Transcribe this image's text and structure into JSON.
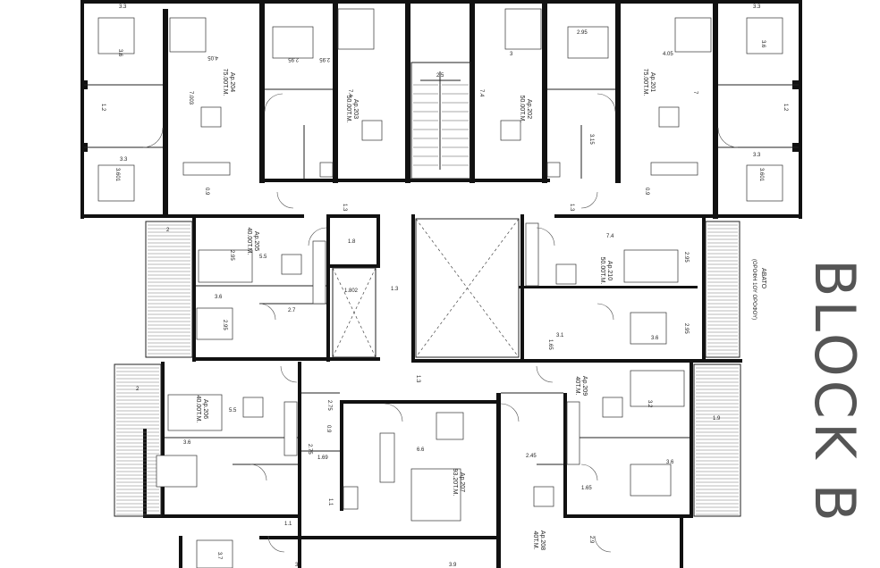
{
  "block_title": "BLOCK B",
  "abato": {
    "title": "ABATO",
    "subtitle": "(ΟΡΟΦΗ 1ΟΥ ΟΡΟΦΟΥ)"
  },
  "apartments": [
    {
      "id": "ap201",
      "name": "Ap.201",
      "area": "75.00T.M."
    },
    {
      "id": "ap202",
      "name": "Ap.202",
      "area": "50.00T.M."
    },
    {
      "id": "ap203",
      "name": "Ap.203",
      "area": "50.00T.M."
    },
    {
      "id": "ap204",
      "name": "Ap.204",
      "area": "75.00T.M."
    },
    {
      "id": "ap205",
      "name": "Ap.205",
      "area": "40.00T.M."
    },
    {
      "id": "ap206",
      "name": "Ap.206",
      "area": "40.00T.M."
    },
    {
      "id": "ap207",
      "name": "Ap.207",
      "area": "93.20T.M."
    },
    {
      "id": "ap208",
      "name": "Ap.208",
      "area": "40T.M."
    },
    {
      "id": "ap209",
      "name": "Ap.209",
      "area": "40T.M."
    },
    {
      "id": "ap210",
      "name": "Ap.210",
      "area": "50.00T.M."
    }
  ],
  "dimensions": {
    "d33_tl": "3.3",
    "d33_tr": "3.3",
    "d33_l2": "3.3",
    "d33_r2": "3.3",
    "d36_tl": "3.6",
    "d36_tr": "3.6",
    "d3601_l": "3.601",
    "d3601_r": "3.601",
    "d405_l": "4.05",
    "d405_r": "4.05",
    "d7003": "7.003",
    "d7": "7",
    "d295_a": "2.95",
    "d295_b": "2.95",
    "d295_c": "2.95",
    "d74_a": "7.4",
    "d74_b": "7.4",
    "d25": "2.5",
    "d3": "3",
    "d315": "3.15",
    "d13_a": "1.3",
    "d13_b": "1.3",
    "d13_c": "1.3",
    "d13_d": "1.3",
    "d18": "1.8",
    "d1802": "1.802",
    "d2_a": "2",
    "d2_b": "2",
    "d55_a": "5.5",
    "d55_b": "5.5",
    "d36_m": "3.6",
    "d27": "2.7",
    "d295_d": "2.95",
    "d295_e": "2.95",
    "d295_f": "2.95",
    "d295_g": "2.95",
    "d74_c": "7.4",
    "d31": "3.1",
    "d165_a": "1.65",
    "d36_n": "3.6",
    "d36_o": "3.6",
    "d36_p": "3.6",
    "d32": "3.2",
    "d19": "1.9",
    "d275_a": "2.75",
    "d275_b": "2.75",
    "d09": "0.9",
    "d169": "1.69",
    "d66": "6.6",
    "d245": "2.45",
    "d11_a": "1.1",
    "d11_b": "1.1",
    "d37": "3.7",
    "d3_b": "3",
    "d39": "3.9",
    "d29": "2.9",
    "d165_b": "1.65",
    "d12_a": "1.2",
    "d12_b": "1.2",
    "d09_b": "0.9",
    "d09_c": "0.9"
  }
}
